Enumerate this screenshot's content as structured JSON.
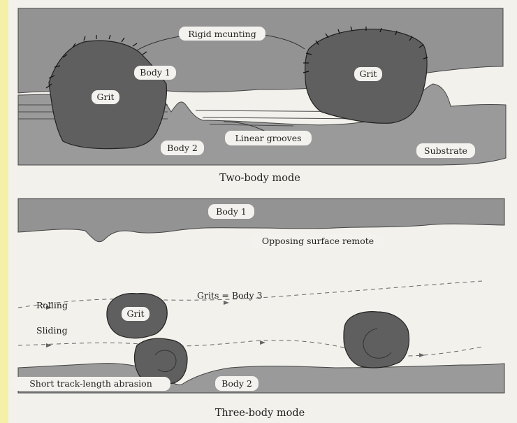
{
  "panels": {
    "two_body": {
      "caption": "Two-body mode",
      "labels": {
        "rigid_mounting": "Rigid mcunting",
        "body1": "Body 1",
        "grit_left": "Grit",
        "grit_right": "Grit",
        "linear_grooves": "Linear grooves",
        "body2": "Body 2",
        "substrate": "Substrate"
      }
    },
    "three_body": {
      "caption": "Three-body mode",
      "labels": {
        "body1": "Body 1",
        "opposing": "Opposing surface remote",
        "rolling": "Rolling",
        "sliding": "Sliding",
        "grits_body3": "Grits = Body 3",
        "grit": "Grit",
        "short_track": "Short track-length abrasion",
        "body2": "Body 2"
      }
    }
  },
  "colors": {
    "margin": "#f4f0a8",
    "paper": "#f3f1ec",
    "body_fill": "#8e8e8e",
    "grit_fill": "#606060",
    "outline": "#2a2a2a"
  }
}
